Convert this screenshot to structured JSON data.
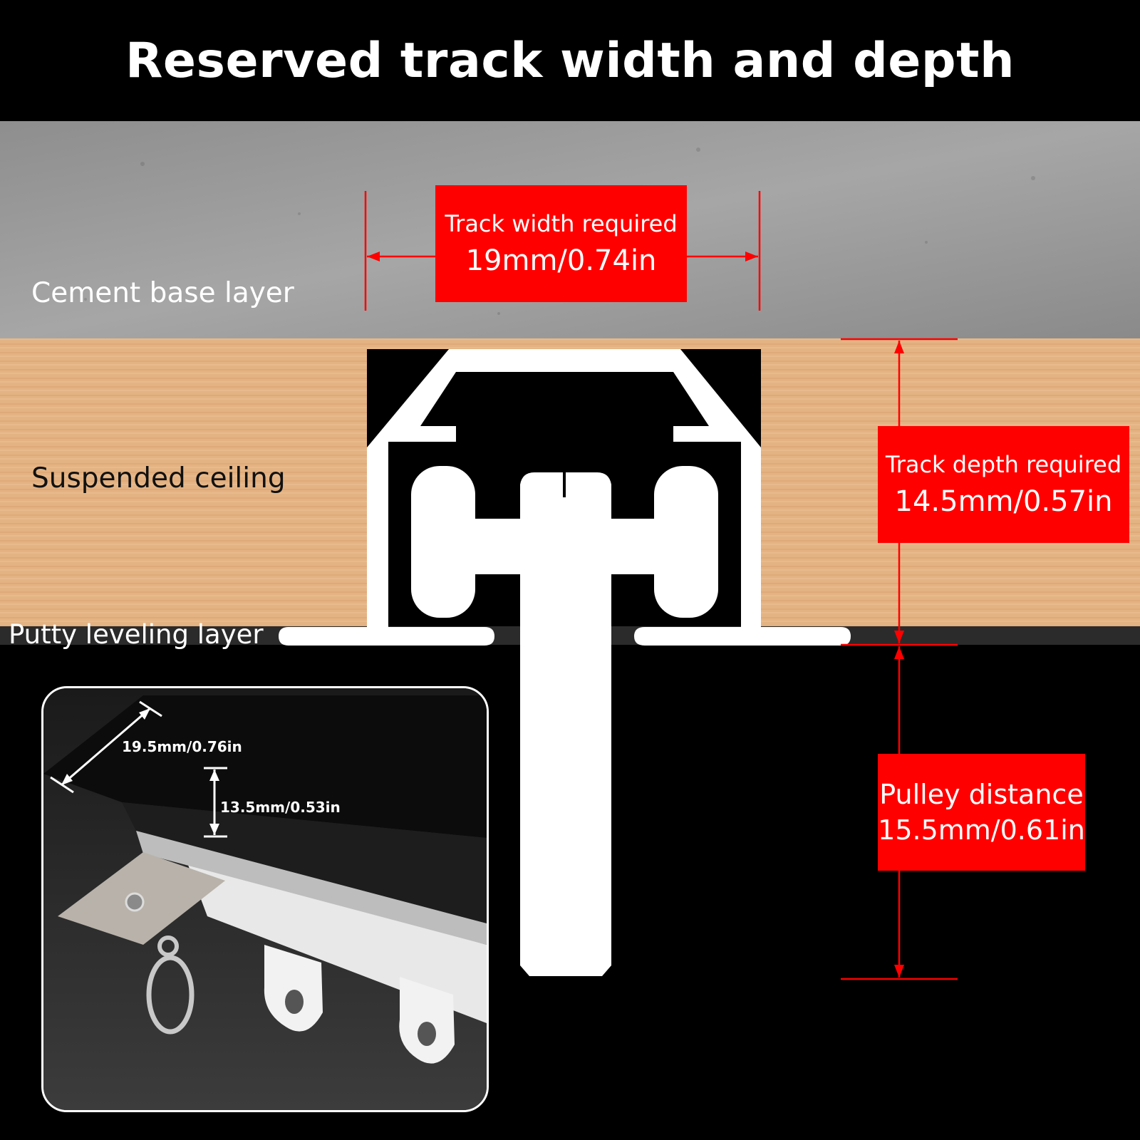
{
  "title": "Reserved track width and depth",
  "layers": {
    "cement": "Cement base layer",
    "ceiling": "Suspended ceiling",
    "putty": "Putty leveling layer"
  },
  "callouts": {
    "width": {
      "label": "Track width required",
      "value": "19mm/0.74in"
    },
    "depth": {
      "label": "Track depth required",
      "value": "14.5mm/0.57in"
    },
    "pulley": {
      "label": "Pulley distance",
      "value": "15.5mm/0.61in"
    }
  },
  "inset": {
    "width": "19.5mm/0.76in",
    "height": "13.5mm/0.53in"
  },
  "colors": {
    "accent_red": "#ff0000",
    "cement_grey": "#9c9c9c",
    "wood": "#e2b07f",
    "profile_white": "#ffffff",
    "background": "#000000"
  }
}
